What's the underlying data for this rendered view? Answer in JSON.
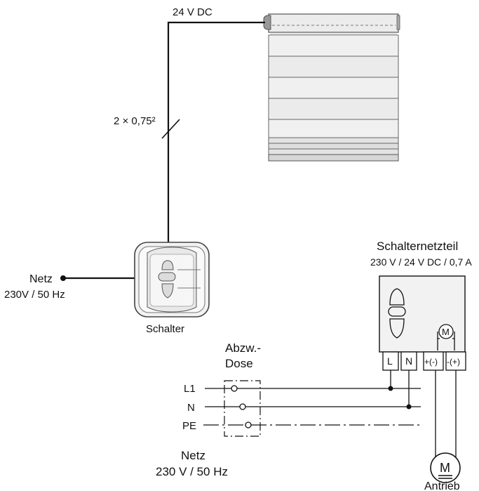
{
  "labels": {
    "supply_dc": "24 V DC",
    "cable": "2 × 0,75²",
    "netz_left": "Netz",
    "netz_left_spec": "230V / 50 Hz",
    "switch": "Schalter",
    "psu_title": "Schalternetzteil",
    "psu_spec": "230 V / 24 V DC / 0,7 A",
    "junction_box_1": "Abzw.-",
    "junction_box_2": "Dose",
    "line_l1": "L1",
    "line_n": "N",
    "line_pe": "PE",
    "netz_bottom": "Netz",
    "netz_bottom_spec": "230 V / 50 Hz",
    "terminal_l": "L",
    "terminal_n": "N",
    "terminal_plus": "+(-)",
    "terminal_minus": "-(+)",
    "motor_small": "M",
    "motor": "M",
    "drive": "Antrieb"
  },
  "colors": {
    "wire": "#111111",
    "device_fill": "#f2f2f2",
    "blind_fill": "#eeeeee",
    "blind_shade": "#bbbbbb"
  }
}
